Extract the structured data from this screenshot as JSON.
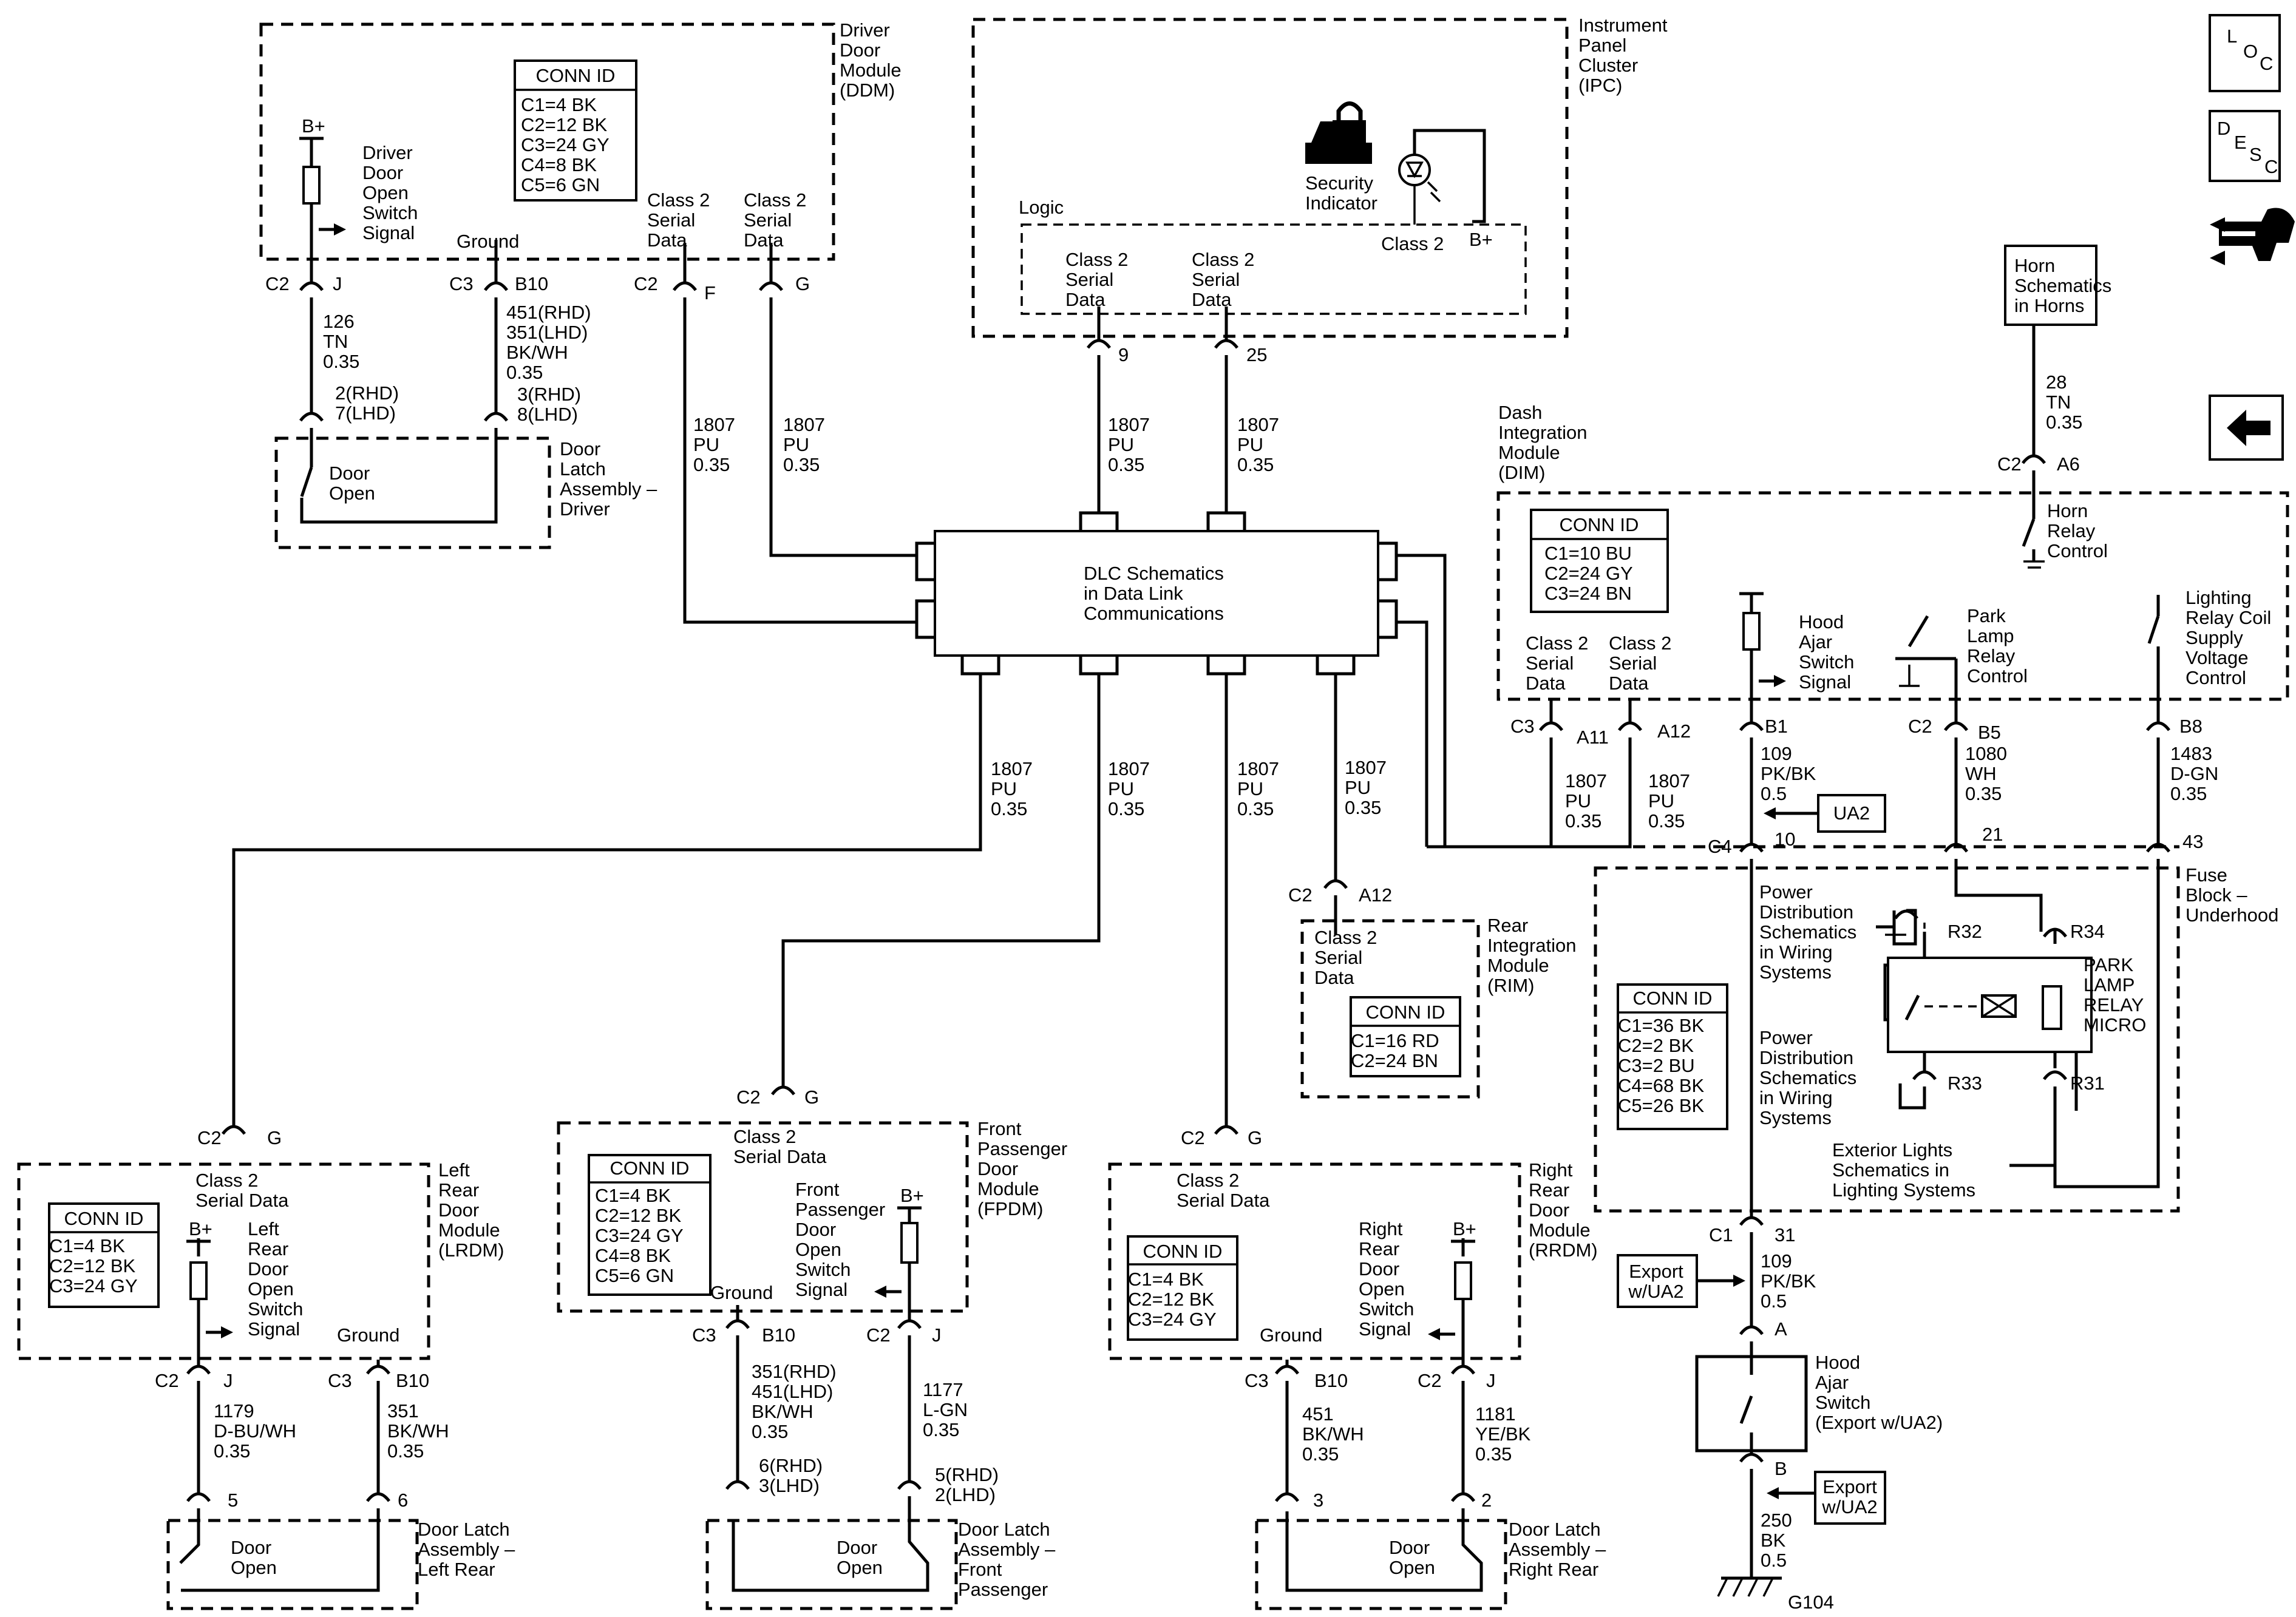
{
  "modules": {
    "ddm": "Driver\nDoor\nModule\n(DDM)",
    "ipc": "Instrument\nPanel\nCluster\n(IPC)",
    "dim": "Dash\nIntegration\nModule\n(DIM)",
    "rim": "Rear\nIntegration\nModule\n(RIM)",
    "lrdm": "Left\nRear\nDoor\nModule\n(LRDM)",
    "fpdm": "Front\nPassenger\nDoor\nModule\n(FPDM)",
    "rrdm": "Right\nRear\nDoor\nModule\n(RRDM)",
    "fuse_block": "Fuse\nBlock –\nUnderhood",
    "latch_driver": "Door\nLatch\nAssembly –\nDriver",
    "latch_lr": "Door Latch\nAssembly –\nLeft Rear",
    "latch_fp": "Door Latch\nAssembly –\nFront\nPassenger",
    "latch_rr": "Door Latch\nAssembly –\nRight Rear",
    "hood_switch": "Hood\nAjar\nSwitch\n(Export w/UA2)"
  },
  "conn_id": {
    "title": "CONN ID",
    "ddm": [
      "C1=4 BK",
      "C2=12 BK",
      "C3=24 GY",
      "C4=8 BK",
      "C5=6 GN"
    ],
    "dim": [
      "C1=10 BU",
      "C2=24 GY",
      "C3=24 BN"
    ],
    "rim": [
      "C1=16 RD",
      "C2=24 BN"
    ],
    "lrdm": [
      "C1=4 BK",
      "C2=12 BK",
      "C3=24 GY"
    ],
    "fpdm": [
      "C1=4 BK",
      "C2=12 BK",
      "C3=24 GY",
      "C4=8 BK",
      "C5=6 GN"
    ],
    "rrdm": [
      "C1=4 BK",
      "C2=12 BK",
      "C3=24 GY"
    ],
    "fuse": [
      "C1=36 BK",
      "C2=2 BK",
      "C3=2 BU",
      "C4=68 BK",
      "C5=26 BK"
    ]
  },
  "labels": {
    "class2_serial_data": "Class 2\nSerial\nData",
    "class2_serial_data_2line": "Class 2\nSerial Data",
    "class2_b": "Class 2",
    "b_plus": "B+",
    "ground": "Ground",
    "logic": "Logic",
    "security_indicator": "Security\nIndicator",
    "dlc": "DLC Schematics\nin Data Link\nCommunications",
    "door_open": "Door\nOpen",
    "driver_door_open_switch": "Driver\nDoor\nOpen\nSwitch\nSignal",
    "left_rear_door_open_switch": "Left\nRear\nDoor\nOpen\nSwitch\nSignal",
    "front_pass_door_open_switch": "Front\nPassenger\nDoor\nOpen\nSwitch\nSignal",
    "right_rear_door_open_switch": "Right\nRear\nDoor\nOpen\nSwitch\nSignal",
    "hood_ajar_switch_signal": "Hood\nAjar\nSwitch\nSignal",
    "park_lamp_relay_control": "Park\nLamp\nRelay\nControl",
    "lighting_relay_coil": "Lighting\nRelay Coil\nSupply\nVoltage\nControl",
    "horn_schematics": "Horn\nSchematics\nin Horns",
    "horn_relay_control": "Horn\nRelay\nControl",
    "power_dist_1": "Power\nDistribution\nSchematics\nin Wiring\nSystems",
    "power_dist_2": "Power\nDistribution\nSchematics\nin Wiring\nSystems",
    "exterior_lights": "Exterior Lights\nSchematics in\nLighting Systems",
    "park_lamp_relay_micro": "PARK\nLAMP\nRELAY\nMICRO",
    "ua2": "UA2",
    "export_ua2": "Export\nw/UA2",
    "g104": "G104"
  },
  "wires": {
    "w126": "126\nTN\n0.35",
    "w451_351": "451(RHD)\n351(LHD)\nBK/WH\n0.35",
    "w1807": "1807\nPU\n0.35",
    "w28": "28\nTN\n0.35",
    "w109": "109\nPK/BK\n0.5",
    "w1080": "1080\nWH\n0.35",
    "w1483": "1483\nD-GN\n0.35",
    "w1179": "1179\nD-BU/WH\n0.35",
    "w351": "351\nBK/WH\n0.35",
    "w351_451": "351(RHD)\n451(LHD)\nBK/WH\n0.35",
    "w1177": "1177\nL-GN\n0.35",
    "w451": "451\nBK/WH\n0.35",
    "w1181": "1181\nYE/BK\n0.35",
    "w250": "250\nBK\n0.5"
  },
  "pins": {
    "c2": "C2",
    "c3": "C3",
    "c4": "C4",
    "c1": "C1",
    "j": "J",
    "b10": "B10",
    "f": "F",
    "g": "G",
    "p9": "9",
    "p25": "25",
    "a6": "A6",
    "a11": "A11",
    "a12": "A12",
    "b1": "B1",
    "b5": "B5",
    "b8": "B8",
    "p10": "10",
    "p21": "21",
    "p43": "43",
    "p31": "31",
    "pa": "A",
    "pb": "B",
    "r32": "R32",
    "r34": "R34",
    "r33": "R33",
    "r31": "R31",
    "p5": "5",
    "p6": "6",
    "p3": "3",
    "p2": "2",
    "drv_latch_pins": "2(RHD)\n7(LHD)",
    "drv_latch_gnd": "3(RHD)\n8(LHD)",
    "fp_latch_gnd": "6(RHD)\n3(LHD)",
    "fp_latch_pins": "5(RHD)\n2(LHD)"
  },
  "nav": {
    "loc": [
      "L",
      "O",
      "C"
    ],
    "desc": [
      "D",
      "E",
      "S",
      "C"
    ],
    "back_arrow_icon": "left-arrow-icon",
    "connector_icon": "connector-views-icon"
  }
}
